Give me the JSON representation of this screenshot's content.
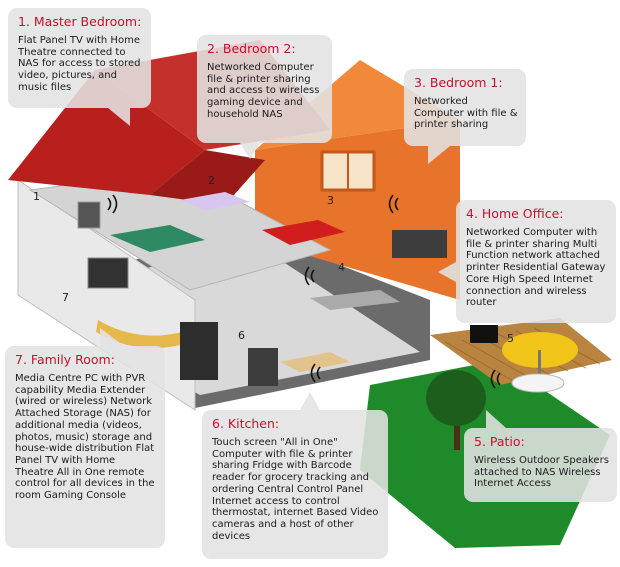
{
  "callouts": {
    "master_bedroom": {
      "title": "1. Master  Bedroom:",
      "body": "Flat Panel TV with Home Theatre connected to NAS for access  to stored video, pictures, and music files"
    },
    "bedroom_2": {
      "title": "2. Bedroom  2:",
      "body": "Networked Computer file & printer sharing and access  to wireless gaming device and household NAS"
    },
    "bedroom_1": {
      "title": "3. Bedroom  1:",
      "body": "Networked Computer with file & printer sharing"
    },
    "home_office": {
      "title": "4.  Home Office:",
      "body": "Networked Computer with file & printer sharing Multi Function network  attached printer Residential Gateway Core High Speed Internet connection and wireless router"
    },
    "patio": {
      "title": "5.  Patio:",
      "body": "Wireless Outdoor Speakers  attached to NAS Wireless Internet Access"
    },
    "kitchen": {
      "title": "6. Kitchen:",
      "body": "Touch screen \"All in One\" Computer with file & printer sharing Fridge with Barcode reader for grocery tracking and ordering Central Control Panel Internet access to control thermostat, internet Based Video cameras and a host of other devices"
    },
    "family_room": {
      "title": "7. Family Room:",
      "body": "Media Centre PC with PVR capability Media Extender (wired or wireless) Network Attached  Storage (NAS) for additional media (videos, photos, music) storage and house-wide distribution Flat  Panel TV with Home Theatre All in One remote control for all devices in the room Gaming Console"
    }
  },
  "room_numbers": {
    "n1": "1",
    "n2": "2",
    "n3": "3",
    "n4": "4",
    "n5": "5",
    "n6": "6",
    "n7": "7"
  },
  "colors": {
    "title_red": "#c8102e",
    "wall_orange": "#e8732a",
    "roof_red": "#b8201e",
    "lawn_green": "#1f8a2a",
    "deck_wood": "#b07b3d"
  }
}
